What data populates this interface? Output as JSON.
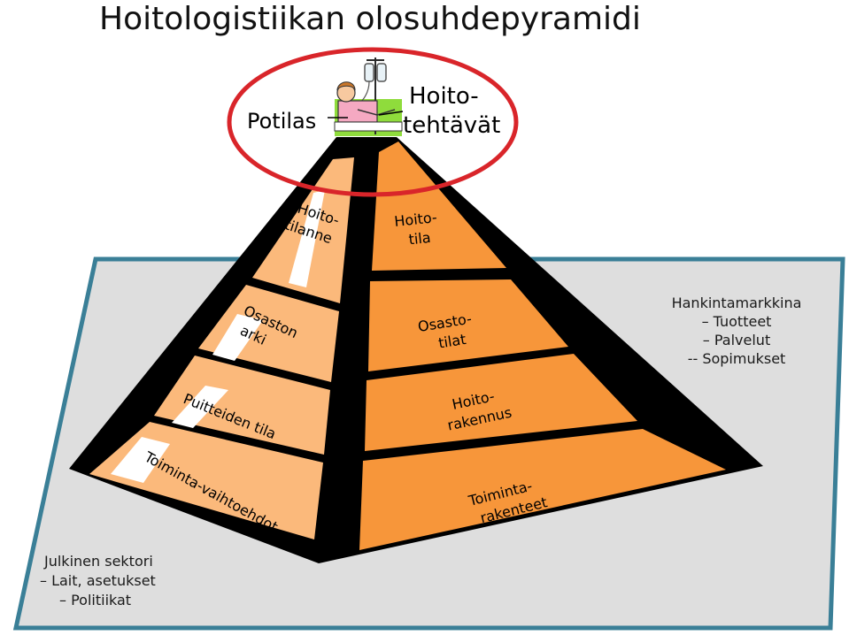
{
  "title": "Hoitologistiikan olosuhdepyramidi",
  "top": {
    "patient": "Potilas",
    "tasks": [
      "Hoito-",
      "tehtävät"
    ]
  },
  "left_faces": [
    {
      "lines": [
        "Hoito-",
        "tilanne"
      ]
    },
    {
      "lines": [
        "Osaston",
        "arki"
      ]
    },
    {
      "lines": [
        "Puitteiden tila"
      ]
    },
    {
      "lines": [
        "Toiminta-vaihtoehdot"
      ]
    }
  ],
  "right_faces": [
    {
      "lines": [
        "Hoito-",
        "tila"
      ]
    },
    {
      "lines": [
        "Osasto-",
        "tilat"
      ]
    },
    {
      "lines": [
        "Hoito-",
        "rakennus"
      ]
    },
    {
      "lines": [
        "Toiminta-",
        "rakenteet"
      ]
    }
  ],
  "market": [
    "Hankintamarkkina",
    "–  Tuotteet",
    "– Palvelut",
    "-- Sopimukset"
  ],
  "public_sector": [
    "Julkinen sektori",
    "–  Lait, asetukset",
    "–  Politiikat"
  ],
  "colors": {
    "left_face": "#fbb97b",
    "right_face": "#f7963a",
    "frame": "#000000",
    "plane": "#dedede",
    "plane_border": "#3a7f97",
    "ellipse": "#d9252a"
  }
}
